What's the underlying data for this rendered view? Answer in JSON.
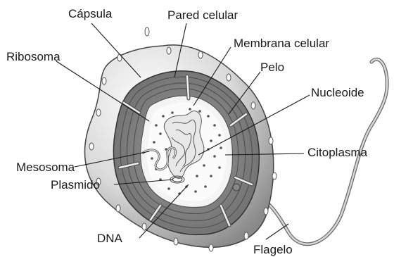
{
  "labels": {
    "capsula": "Cápsula",
    "pared_celular": "Pared celular",
    "ribosoma": "Ribosoma",
    "membrana_celular": "Membrana celular",
    "pelo": "Pelo",
    "nucleoide": "Nucleoide",
    "mesosoma": "Mesosoma",
    "citoplasma": "Citoplasma",
    "plasmido": "Plasmido",
    "dna": "DNA",
    "flagelo": "Flagelo"
  }
}
